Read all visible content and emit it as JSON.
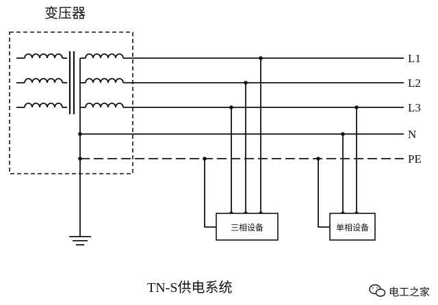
{
  "transformer_label": "变压器",
  "bus_labels": {
    "l1": "L1",
    "l2": "L2",
    "l3": "L3",
    "n": "N",
    "pe": "PE"
  },
  "three_phase_device": "三相设备",
  "single_phase_device": "单相设备",
  "caption": "TN-S供电系统",
  "watermark": "电工之家",
  "colors": {
    "line": "#111111",
    "background": "#ffffff"
  }
}
